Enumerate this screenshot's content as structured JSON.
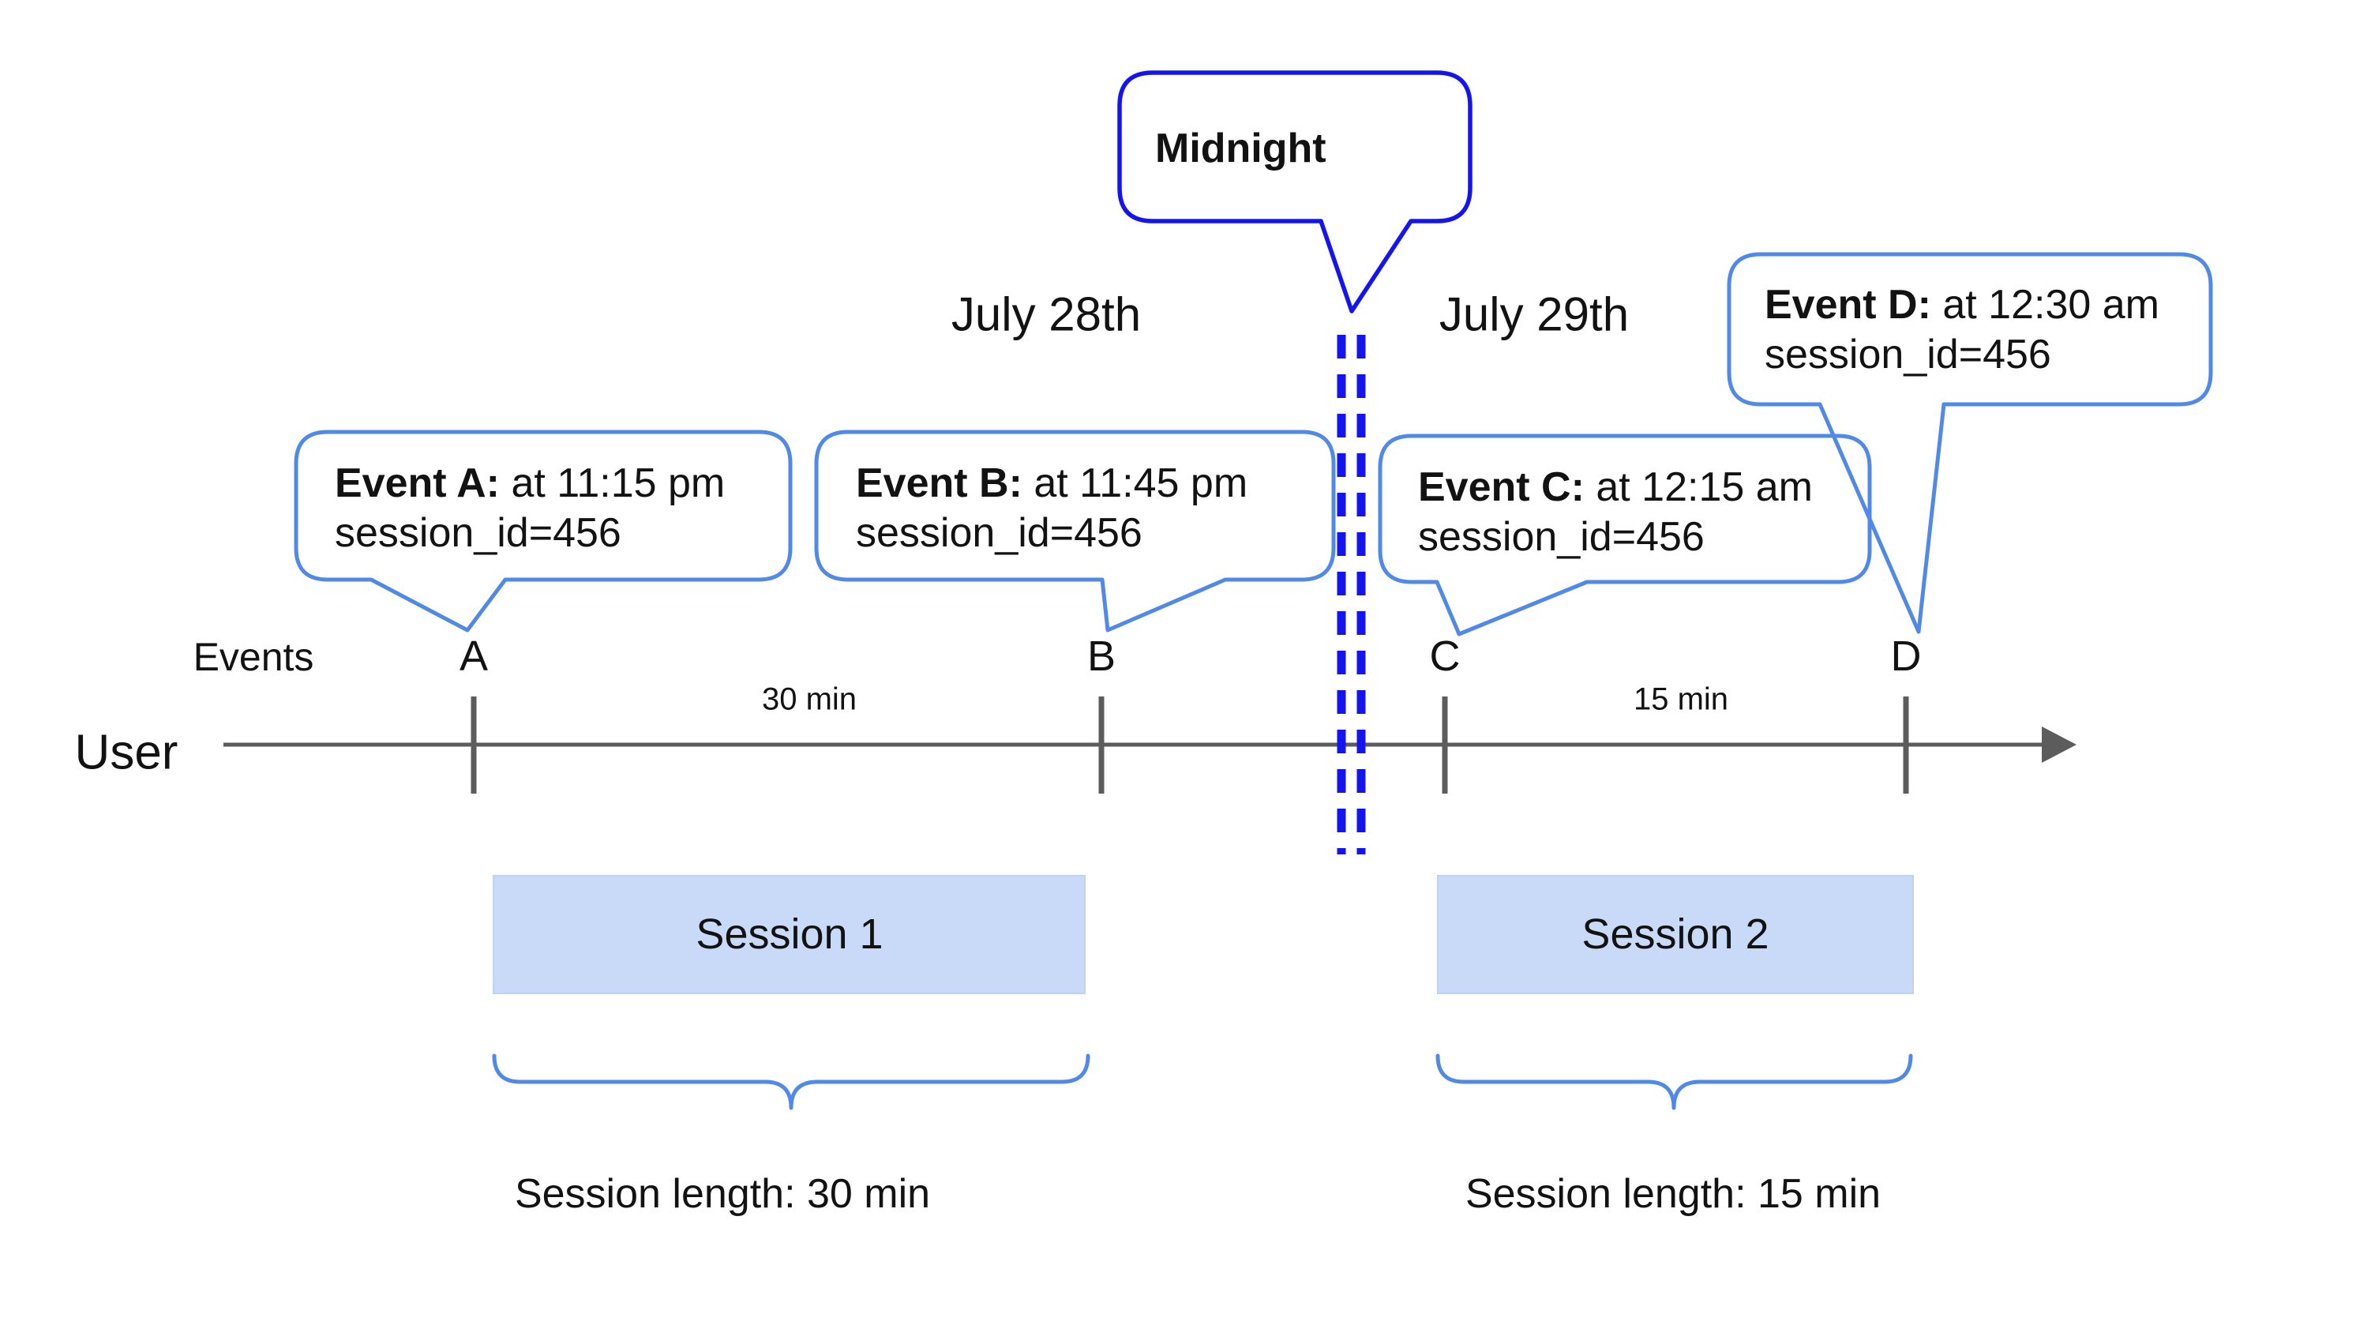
{
  "colors": {
    "blue_dark": "#1414f0",
    "blue_light": "#5089e8",
    "session_fill": "#c9daf8",
    "session_border": "#c2d1ef",
    "line_gray": "#5c5c5c",
    "text": "#121212"
  },
  "timeline": {
    "axis_label": "User",
    "events_label": "Events",
    "arrow_icon": "arrow-right-icon"
  },
  "dates": {
    "left": "July 28th",
    "right": "July 29th",
    "divider_label": "Midnight"
  },
  "events": [
    {
      "id": "A",
      "tick_label": "A",
      "bold": "Event A:",
      "rest": " at 11:15 pm",
      "line2": "session_id=456"
    },
    {
      "id": "B",
      "tick_label": "B",
      "bold": "Event B:",
      "rest": " at 11:45 pm",
      "line2": "session_id=456"
    },
    {
      "id": "C",
      "tick_label": "C",
      "bold": "Event C:",
      "rest": " at 12:15 am",
      "line2": "session_id=456"
    },
    {
      "id": "D",
      "tick_label": "D",
      "bold": "Event D:",
      "rest": " at 12:30 am",
      "line2": "session_id=456"
    }
  ],
  "intervals": [
    {
      "label": "30 min"
    },
    {
      "label": "15 min"
    }
  ],
  "sessions": [
    {
      "label": "Session 1",
      "length_label": "Session length: 30 min"
    },
    {
      "label": "Session 2",
      "length_label": "Session length: 15 min"
    }
  ]
}
